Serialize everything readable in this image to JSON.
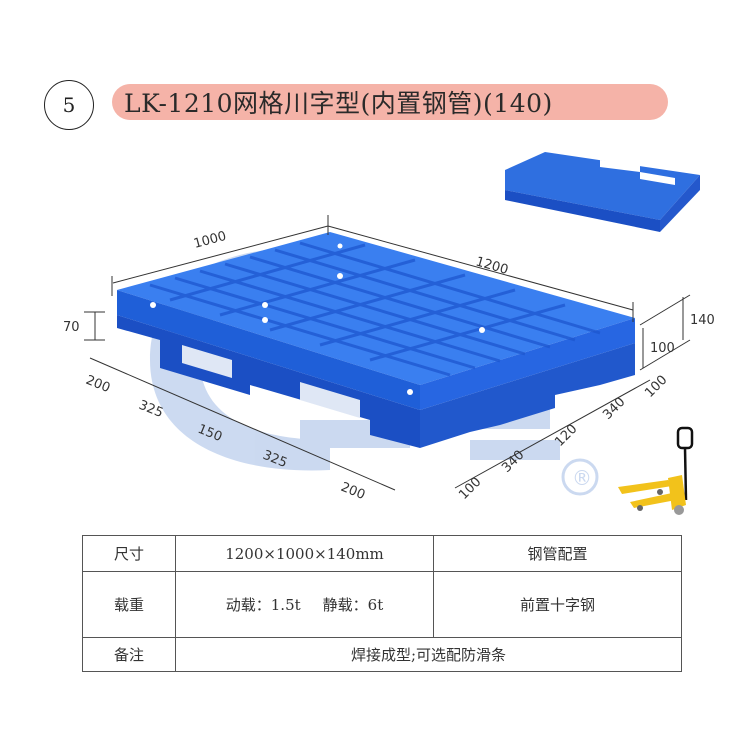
{
  "header": {
    "index": "5",
    "title": "LK-1210网格川字型(内置钢管)(140)"
  },
  "colors": {
    "title_bg": "#f5b3a8",
    "pallet_blue": "#2f6fe0",
    "pallet_dark": "#1b4fc4",
    "watermark": "#c3d3ee",
    "jack_yellow": "#f2c21b"
  },
  "drawing": {
    "dimensions": {
      "width": "1000",
      "length": "1200",
      "deck_height": "70",
      "total_height": "140",
      "entry_height": "100",
      "front_segments": [
        "200",
        "325",
        "150",
        "325",
        "200"
      ],
      "side_segments": [
        "100",
        "340",
        "120",
        "340",
        "100"
      ]
    },
    "watermark_mark": "®",
    "inset_image": "pallet-underside-view",
    "accessory_image": "hand-pallet-jack"
  },
  "specs": {
    "rows": [
      {
        "label": "尺寸",
        "value": "1200×1000×140mm",
        "extra": "钢管配置"
      },
      {
        "label": "载重",
        "dynamic": "动载：1.5t",
        "static": "静载：6t",
        "extra": "前置十字钢"
      },
      {
        "label": "备注",
        "value": "焊接成型;可选配防滑条"
      }
    ]
  }
}
